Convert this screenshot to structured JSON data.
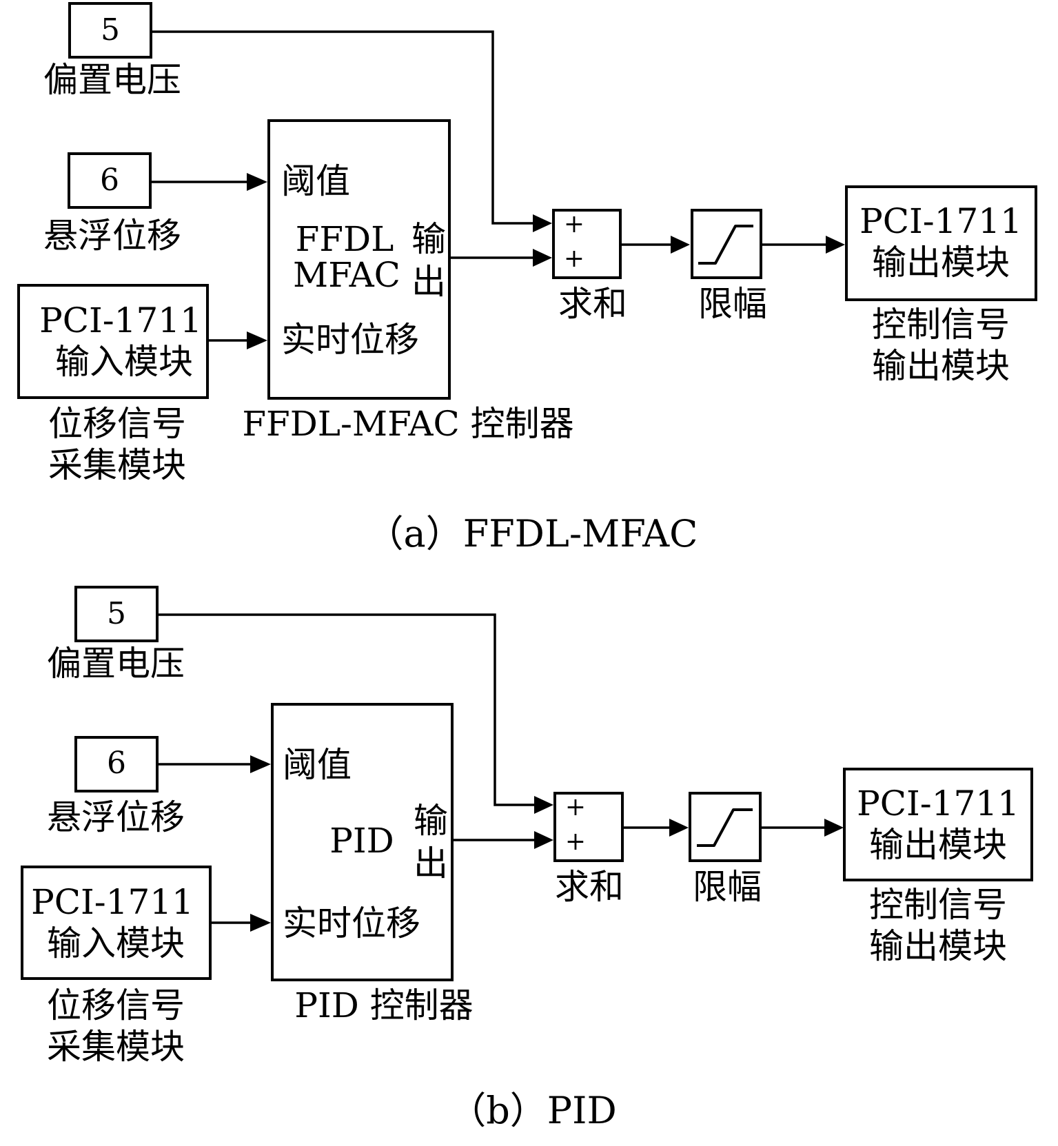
{
  "panel_a": {
    "bias": {
      "value": "5",
      "label": "偏置电压"
    },
    "suspension": {
      "value": "6",
      "label": "悬浮位移"
    },
    "input_module": {
      "line1": "PCI-1711",
      "line2": "输入模块",
      "label1": "位移信号",
      "label2": "采集模块"
    },
    "controller": {
      "port_threshold": "阈值",
      "port_realtime": "实时位移",
      "port_output1": "输",
      "port_output2": "出",
      "name1": "FFDL",
      "name2": "MFAC",
      "label": "FFDL-MFAC 控制器"
    },
    "sum": {
      "sign1": "+",
      "sign2": "+",
      "label": "求和"
    },
    "limiter": {
      "label": "限幅"
    },
    "output_module": {
      "line1": "PCI-1711",
      "line2": "输出模块",
      "label1": "控制信号",
      "label2": "输出模块"
    },
    "caption": "（a）FFDL-MFAC"
  },
  "panel_b": {
    "bias": {
      "value": "5",
      "label": "偏置电压"
    },
    "suspension": {
      "value": "6",
      "label": "悬浮位移"
    },
    "input_module": {
      "line1": "PCI-1711",
      "line2": "输入模块",
      "label1": "位移信号",
      "label2": "采集模块"
    },
    "controller": {
      "port_threshold": "阈值",
      "port_realtime": "实时位移",
      "port_output1": "输",
      "port_output2": "出",
      "name1": "PID",
      "label": "PID 控制器"
    },
    "sum": {
      "sign1": "+",
      "sign2": "+",
      "label": "求和"
    },
    "limiter": {
      "label": "限幅"
    },
    "output_module": {
      "line1": "PCI-1711",
      "line2": "输出模块",
      "label1": "控制信号",
      "label2": "输出模块"
    },
    "caption": "（b）PID"
  }
}
